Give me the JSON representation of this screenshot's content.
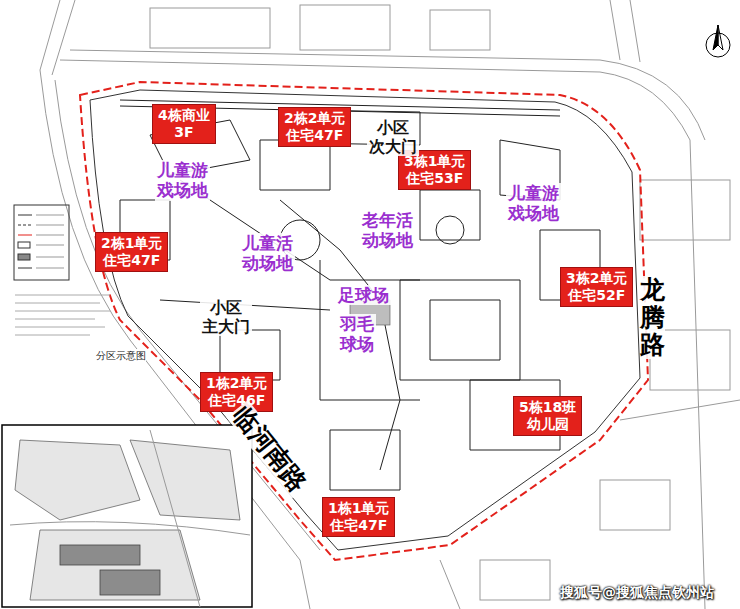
{
  "diagram": {
    "nodes": [
      {
        "text": [
          "4栋商业 3F"
        ]
      },
      {
        "text": [
          "2栋2单元 住宅47F"
        ]
      },
      {
        "text": [
          "3栋1单元 住宅53F"
        ]
      },
      {
        "text": [
          "2栋1单元 住宅47F"
        ]
      },
      {
        "text": [
          "3栋2单元 住宅52F"
        ]
      },
      {
        "text": [
          "1栋2单元 住宅46F"
        ]
      },
      {
        "text": [
          "5栋18班 幼儿园"
        ]
      },
      {
        "text": [
          "1栋1单元 住宅47F"
        ]
      }
    ],
    "labels": [
      "小区 次大门",
      "儿童游 戏场地",
      "儿童游 戏场地",
      "老年活 动场地",
      "儿童活 动场地",
      "足球场",
      "小区 主大门",
      "羽毛 球场",
      "龙腾路",
      "分区示意图",
      "临河南路",
      "搜狐号@搜狐焦点钦州站"
    ]
  }
}
